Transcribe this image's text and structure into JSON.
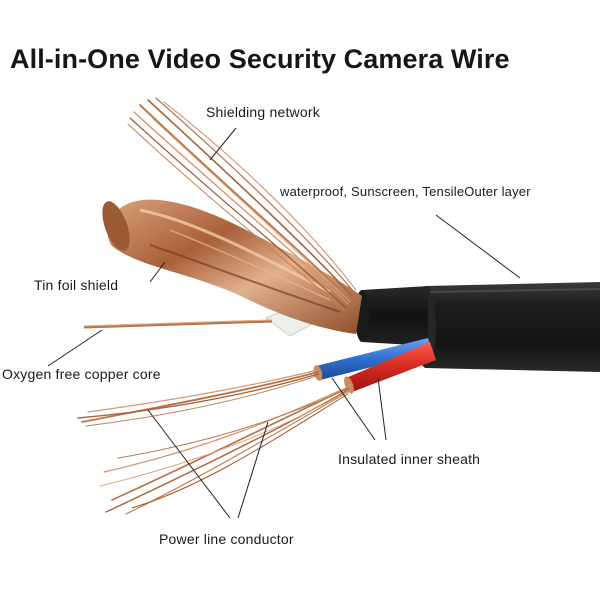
{
  "title": "All-in-One Video Security Camera Wire",
  "labels": {
    "shielding_network": "Shielding network",
    "outer_layer": "waterproof,  Sunscreen,  TensileOuter layer",
    "tin_foil_shield": "Tin foil shield",
    "oxygen_free_copper_core": "Oxygen free copper core",
    "insulated_inner_sheath": "Insulated inner sheath",
    "power_line_conductor": "Power line conductor"
  },
  "colors": {
    "outer_jacket": "#1c1c1c",
    "copper": "#b8734a",
    "foil": "#c98a5e",
    "blue_wire": "#2f6fd0",
    "red_wire": "#d42a20",
    "dielectric": "#e8e8e4"
  }
}
